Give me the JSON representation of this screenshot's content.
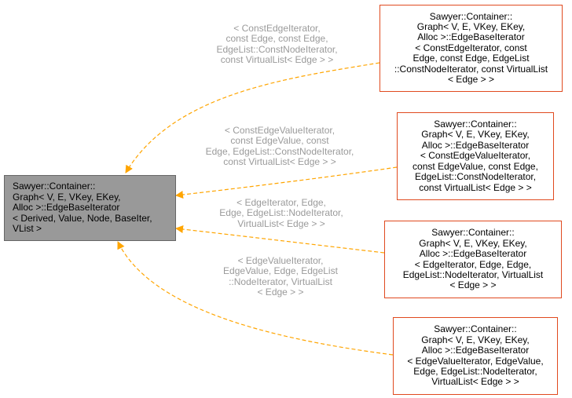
{
  "colors": {
    "edge": "#ffa500",
    "base_fill": "#999999",
    "base_border": "#666666",
    "derived_border": "#e04a1f",
    "label_text": "#9a9a9a"
  },
  "base_node": {
    "lines": [
      "Sawyer::Container::",
      "Graph< V, E, VKey, EKey,",
      " Alloc >::EdgeBaseIterator",
      "< Derived, Value, Node, BaseIter,",
      " VList >"
    ]
  },
  "derived_nodes": [
    {
      "lines": [
        "Sawyer::Container::",
        "Graph< V, E, VKey, EKey,",
        " Alloc >::EdgeBaseIterator",
        "< ConstEdgeIterator, const",
        " Edge, const Edge, EdgeList",
        "::ConstNodeIterator, const VirtualList",
        "< Edge > >"
      ],
      "edge_label": [
        "< ConstEdgeIterator,",
        " const Edge, const Edge,",
        " EdgeList::ConstNodeIterator,",
        " const VirtualList< Edge > >"
      ]
    },
    {
      "lines": [
        "Sawyer::Container::",
        "Graph< V, E, VKey, EKey,",
        " Alloc >::EdgeBaseIterator",
        "< ConstEdgeValueIterator,",
        " const EdgeValue, const Edge,",
        " EdgeList::ConstNodeIterator,",
        " const VirtualList< Edge > >"
      ],
      "edge_label": [
        "< ConstEdgeValueIterator,",
        " const EdgeValue, const",
        " Edge, EdgeList::ConstNodeIterator,",
        " const VirtualList< Edge > >"
      ]
    },
    {
      "lines": [
        "Sawyer::Container::",
        "Graph< V, E, VKey, EKey,",
        " Alloc >::EdgeBaseIterator",
        "< EdgeIterator, Edge, Edge,",
        " EdgeList::NodeIterator, VirtualList",
        "< Edge > >"
      ],
      "edge_label": [
        "< EdgeIterator, Edge,",
        " Edge, EdgeList::NodeIterator,",
        " VirtualList< Edge > >"
      ]
    },
    {
      "lines": [
        "Sawyer::Container::",
        "Graph< V, E, VKey, EKey,",
        " Alloc >::EdgeBaseIterator",
        "< EdgeValueIterator, EdgeValue,",
        " Edge, EdgeList::NodeIterator,",
        " VirtualList< Edge > >"
      ],
      "edge_label": [
        "< EdgeValueIterator,",
        " EdgeValue, Edge, EdgeList",
        "::NodeIterator, VirtualList",
        "< Edge > >"
      ]
    }
  ]
}
